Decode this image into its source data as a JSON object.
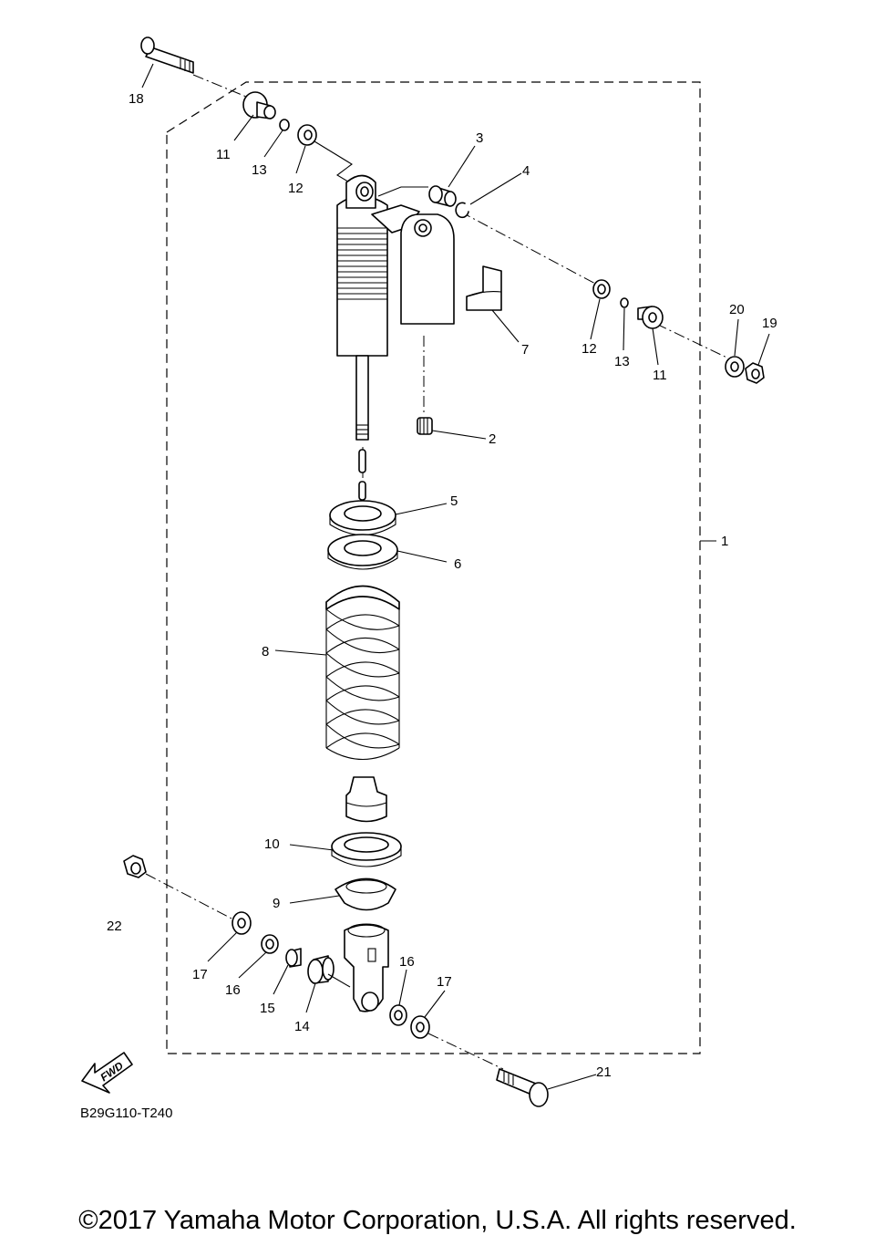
{
  "diagram": {
    "callouts": [
      "1",
      "2",
      "3",
      "4",
      "5",
      "6",
      "7",
      "8",
      "9",
      "10",
      "11",
      "11",
      "12",
      "12",
      "13",
      "13",
      "14",
      "15",
      "16",
      "16",
      "17",
      "17",
      "18",
      "19",
      "20",
      "21",
      "22"
    ],
    "forward_badge": "FWD",
    "diagram_code": "B29G110-T240"
  },
  "footer": {
    "copyright": "©2017 Yamaha Motor Corporation, U.S.A. All rights reserved."
  }
}
